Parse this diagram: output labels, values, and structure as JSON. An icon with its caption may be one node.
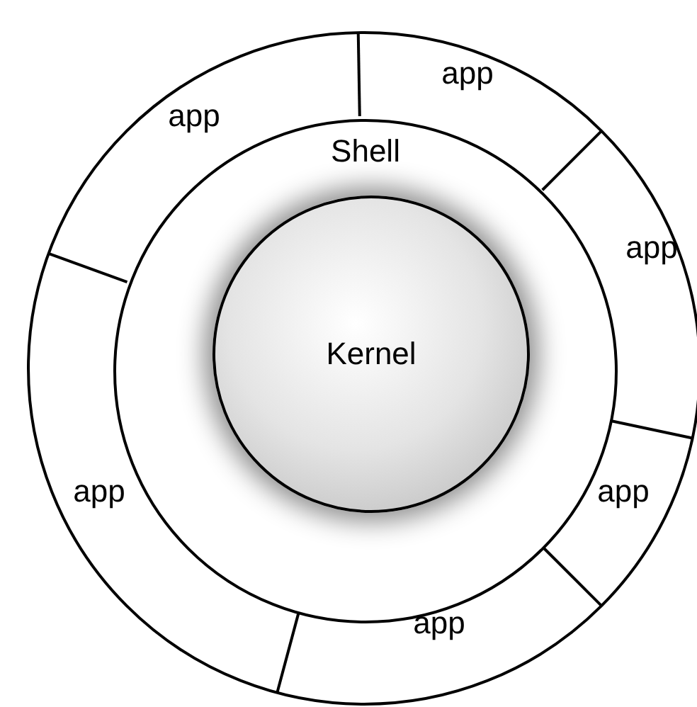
{
  "diagram": {
    "nodes": [
      {
        "text": [
          "Shell"
        ]
      },
      {
        "text": [
          "Kernel"
        ],
        "in": 0
      },
      {
        "text": [
          "app"
        ]
      },
      {
        "text": [
          "app"
        ]
      },
      {
        "text": [
          "app"
        ]
      },
      {
        "text": [
          "app"
        ]
      },
      {
        "text": [
          "app"
        ]
      },
      {
        "text": [
          "app"
        ]
      }
    ]
  }
}
